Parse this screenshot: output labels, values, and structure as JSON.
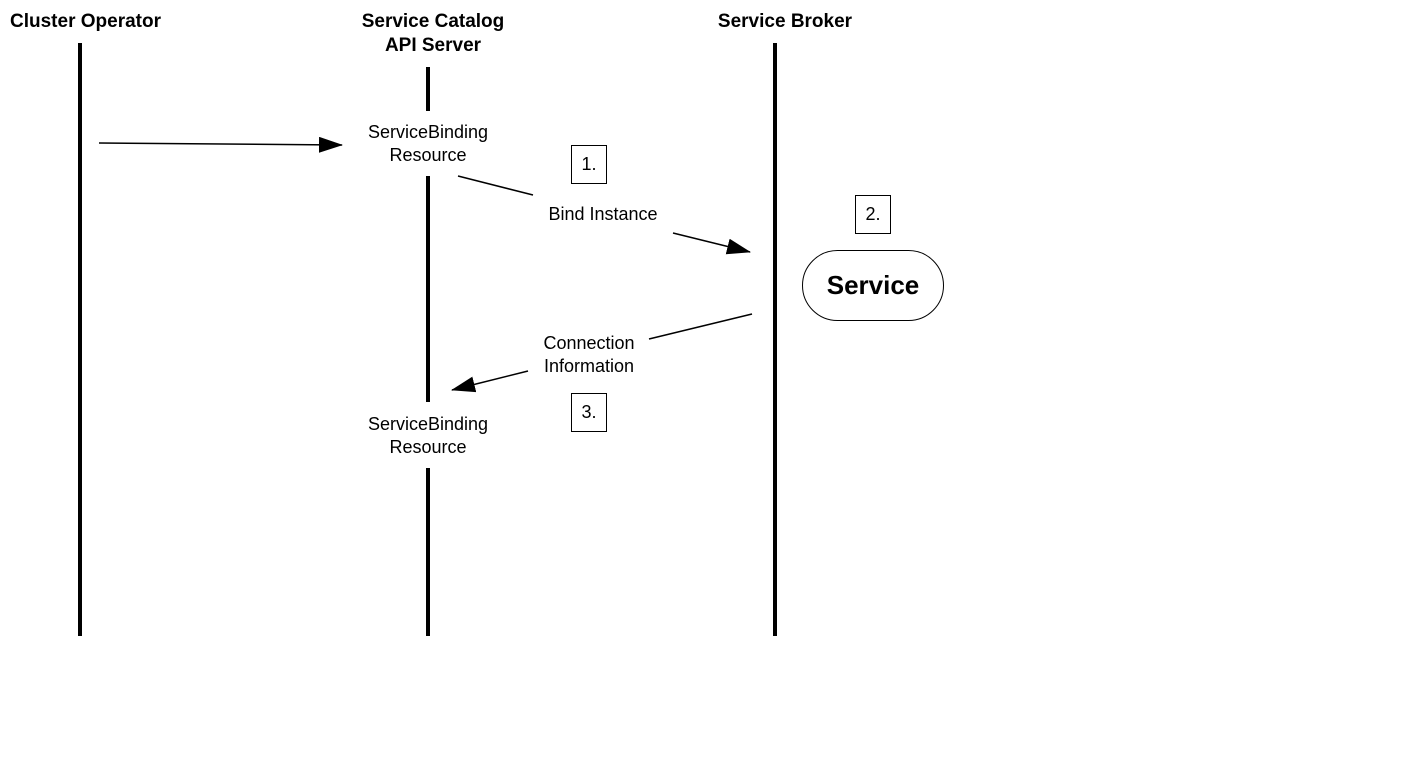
{
  "lanes": {
    "cluster_operator": "Cluster Operator",
    "api_server_line1": "Service Catalog",
    "api_server_line2": "API Server",
    "service_broker": "Service Broker"
  },
  "labels": {
    "binding_resource_top_line1": "ServiceBinding",
    "binding_resource_top_line2": "Resource",
    "bind_instance": "Bind Instance",
    "connection_info_line1": "Connection",
    "connection_info_line2": "Information",
    "binding_resource_bottom_line1": "ServiceBinding",
    "binding_resource_bottom_line2": "Resource"
  },
  "steps": {
    "step1": "1.",
    "step2": "2.",
    "step3": "3."
  },
  "service": {
    "label": "Service"
  },
  "colors": {
    "ink": "#000000",
    "background": "#ffffff"
  }
}
